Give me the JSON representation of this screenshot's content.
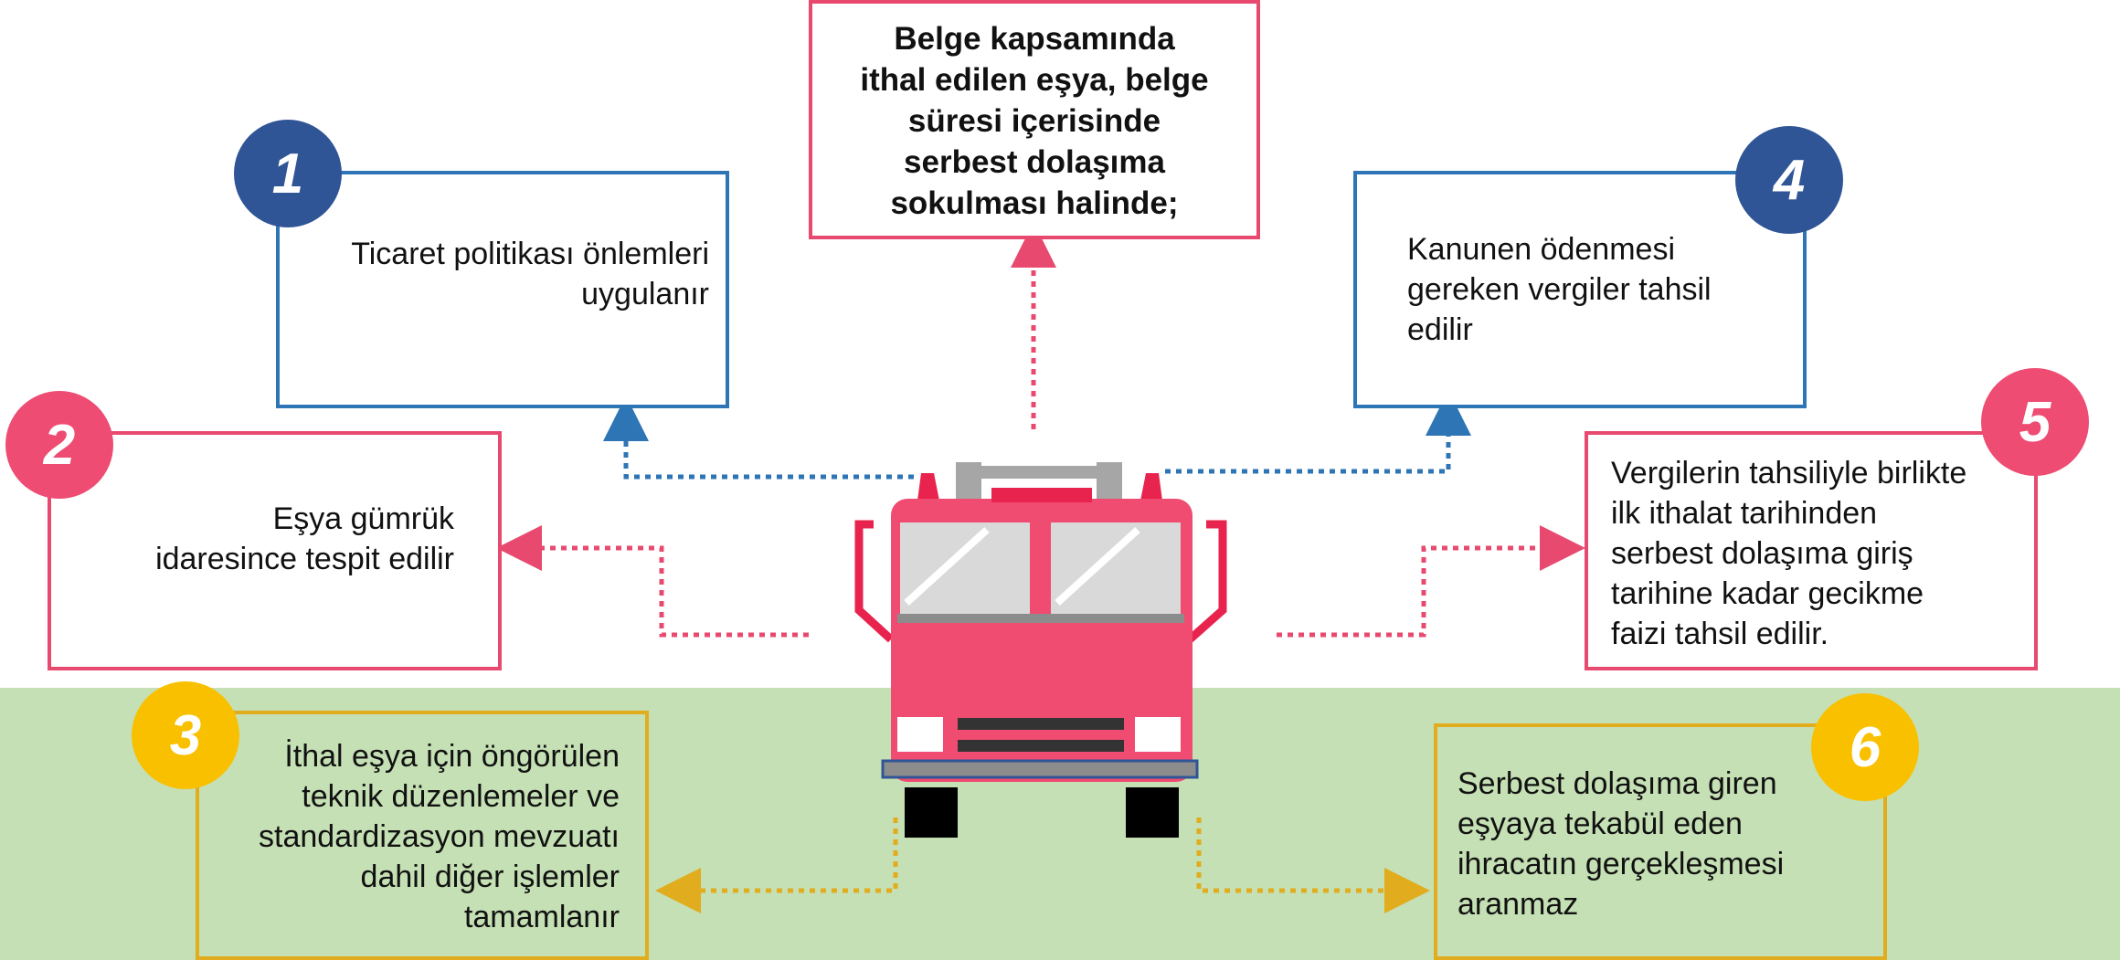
{
  "header": {
    "lines": [
      "Belge kapsamında",
      "ithal edilen eşya, belge",
      "süresi içerisinde",
      "serbest dolaşıma",
      "sokulması halinde;"
    ]
  },
  "items": [
    {
      "number": "1",
      "lines": [
        "Ticaret politikası önlemleri",
        "uygulanır"
      ]
    },
    {
      "number": "2",
      "lines": [
        "Eşya gümrük",
        "idaresince tespit edilir"
      ]
    },
    {
      "number": "3",
      "lines": [
        "İthal eşya için öngörülen",
        "teknik düzenlemeler ve",
        "standardizasyon mevzuatı",
        "dahil diğer işlemler",
        "tamamlanır"
      ]
    },
    {
      "number": "4",
      "lines": [
        "Kanunen ödenmesi",
        "gereken vergiler tahsil",
        "edilir"
      ]
    },
    {
      "number": "5",
      "lines": [
        "Vergilerin tahsiliyle birlikte",
        "ilk ithalat tarihinden",
        "serbest dolaşıma giriş",
        "tarihine kadar gecikme",
        "faizi tahsil edilir."
      ]
    },
    {
      "number": "6",
      "lines": [
        "Serbest dolaşıma giren",
        "eşyaya tekabül eden",
        "ihracatın gerçekleşmesi",
        "aranmaz"
      ]
    }
  ],
  "colors": {
    "blue": "#2e75b6",
    "pink": "#e84a6f",
    "gold": "#e1ad1e",
    "navy_badge": "#2f5597",
    "pink_badge": "#ee4c72",
    "gold_badge": "#f9c000",
    "ground": "#c5e0b4",
    "truck": "#f04b70"
  }
}
